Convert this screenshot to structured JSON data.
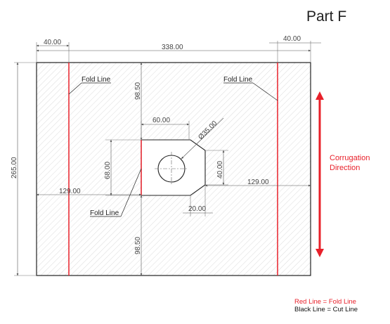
{
  "title": "Part F",
  "colors": {
    "fold": "#e8202a",
    "cut": "#111111",
    "dim": "#666666",
    "hatch": "#bdbdbd"
  },
  "dimensions": {
    "left_margin": "40.00",
    "overall_width": "338.00",
    "right_margin": "40.00",
    "overall_height": "265.00",
    "top_distance": "98.50",
    "bottom_distance": "98.50",
    "cutout_width": "60.00",
    "hole_diameter": "Ø35.00",
    "cutout_height": "68.00",
    "chamfer_vertical": "40.00",
    "chamfer_horizontal": "20.00",
    "left_offset": "129.00",
    "right_offset": "129.00"
  },
  "labels": {
    "fold_line_left": "Fold Line",
    "fold_line_right": "Fold Line",
    "fold_line_center": "Fold Line"
  },
  "corrugation": {
    "line1": "Corrugation",
    "line2": "Direction"
  },
  "legend": {
    "red": "Red Line = Fold Line",
    "black": "Black Line = Cut Line"
  }
}
